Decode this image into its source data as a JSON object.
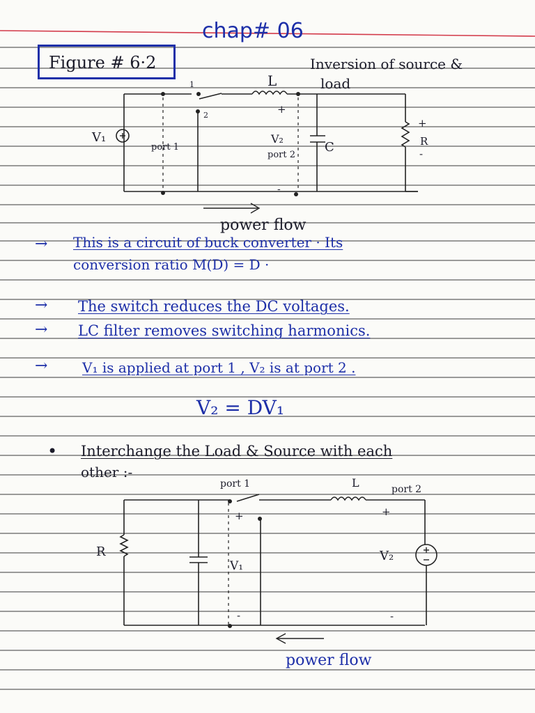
{
  "page": {
    "title": "chap# 06",
    "figure_label": "Figure # 6·2",
    "figure_caption_line1": "Inversion of source &",
    "figure_caption_line2": "load"
  },
  "circuit1": {
    "source": "V₁",
    "port1": "port 1",
    "port2": "port 2",
    "switch_pos1": "1",
    "switch_pos2": "2",
    "inductor": "L",
    "capacitor": "C",
    "v2": "V₂",
    "plus_top": "+",
    "minus_bottom": "-",
    "resistor_plus": "+",
    "resistor": "R",
    "resistor_minus": "-",
    "flow_label": "power flow"
  },
  "notes": {
    "arrow": "→",
    "note1_line1": "This is a circuit of buck converter · Its",
    "note1_line2": "conversion ratio   M(D) = D ·",
    "note2": "The switch reduces the DC voltages.",
    "note3": "LC filter removes switching harmonics.",
    "note4": "V₁ is applied at port 1 , V₂ is at port 2 .",
    "equation": "V₂ = DV₁",
    "bullet": "•",
    "note5_line1": "Interchange the Load & Source with each",
    "note5_line2": "other :-"
  },
  "circuit2": {
    "port1": "port 1",
    "port2": "port 2",
    "inductor": "L",
    "resistor": "R",
    "v1": "V₁",
    "v2": "V₂",
    "plus1": "+",
    "plus2": "+",
    "minus1": "-",
    "minus2": "-",
    "flow_label": "power flow"
  }
}
